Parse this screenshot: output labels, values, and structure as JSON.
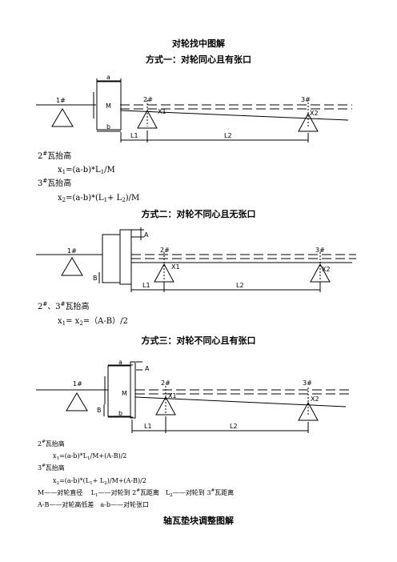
{
  "doc": {
    "title": "对轮找中图解",
    "footer_title": "轴瓦垫块调整图解"
  },
  "method1": {
    "heading": "方式一：对轮同心且有张口",
    "line1": "2#瓦抬高",
    "line2": "x1=(a-b)*L1/M",
    "line3": "3#瓦抬高",
    "line4": "x2=(a-b)*(L1+ L2)/M",
    "labels": {
      "brg1": "1#",
      "brg2": "2#",
      "brg3": "3#",
      "a": "a",
      "b": "b",
      "m": "M",
      "x1": "X1",
      "x2": "X2",
      "l1": "L1",
      "l2": "L2"
    }
  },
  "method2": {
    "heading": "方式二：对轮不同心且无张口",
    "line1": "2#、3#瓦抬高",
    "line2": "x1= x2=（A-B）/2",
    "labels": {
      "brg1": "1#",
      "brg2": "2#",
      "brg3": "3#",
      "A": "A",
      "B": "B",
      "x1": "X1",
      "x2": "X2",
      "l1": "L1",
      "l2": "L2"
    }
  },
  "method3": {
    "heading": "方式三：对轮不同心且有张口",
    "line1": "2#瓦抬高",
    "line2": "x1=(a-b)*L1/M+(A-B)/2",
    "line3": "3#瓦抬高",
    "line4": "x2=(a-b)*(L1+ L2)/M+(A-B)/2",
    "legend1": "M——对轮直径　 L1——对轮到 2#瓦距离　L2——对轮到 3#瓦距离",
    "legend2": "A-B——对轮高低差　a-b——对轮张口",
    "labels": {
      "brg1": "1#",
      "brg2": "2#",
      "brg3": "3#",
      "a": "a",
      "b": "b",
      "A": "A",
      "B": "B",
      "m": "M",
      "x1": "X1",
      "x2": "X2",
      "l1": "L1",
      "l2": "L2"
    }
  }
}
